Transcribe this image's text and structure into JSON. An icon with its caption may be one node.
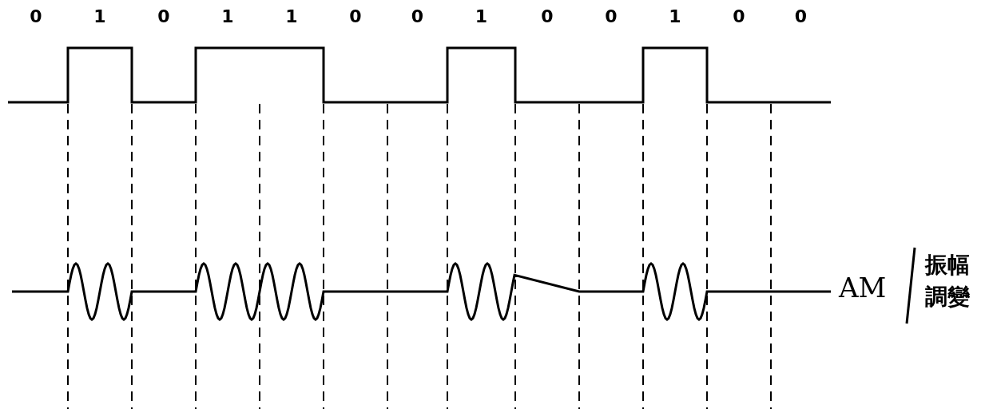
{
  "diagram": {
    "labels": [
      "0",
      "1",
      "0",
      "1",
      "1",
      "0",
      "0",
      "1",
      "0",
      "0",
      "1",
      "0",
      "0",
      "AM",
      "振幅調變"
    ]
  }
}
